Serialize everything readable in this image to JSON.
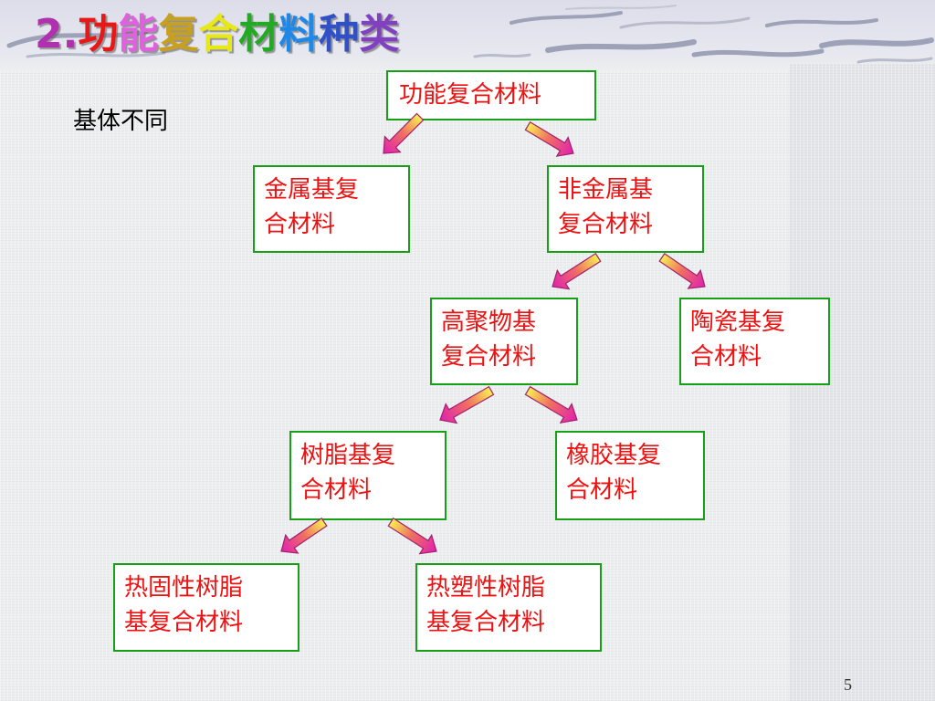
{
  "slide": {
    "page_number": "5",
    "title": {
      "chars": [
        "2.",
        "功",
        "能",
        "复",
        "合",
        "材",
        "料",
        "种",
        "类"
      ],
      "colors": [
        "#b030b0",
        "#e81818",
        "#e060e0",
        "#c8a020",
        "#e8e818",
        "#22aa22",
        "#1e88e8",
        "#3050c8",
        "#8040c0"
      ]
    },
    "subtitle": "基体不同",
    "colors": {
      "box_border": "#16a018",
      "box_text": "#ee1111",
      "box_bg": "#ffffff"
    },
    "nodes": {
      "root": {
        "lines": [
          "功能复合材料"
        ]
      },
      "metal": {
        "lines": [
          "金属基复",
          "合材料"
        ]
      },
      "nonmetal": {
        "lines": [
          "非金属基",
          "复合材料"
        ]
      },
      "polymer": {
        "lines": [
          "高聚物基",
          "复合材料"
        ]
      },
      "ceramic": {
        "lines": [
          "陶瓷基复",
          "合材料"
        ]
      },
      "resin": {
        "lines": [
          "树脂基复",
          "合材料"
        ]
      },
      "rubber": {
        "lines": [
          "橡胶基复",
          "合材料"
        ]
      },
      "thermoset": {
        "lines": [
          "热固性树脂",
          "基复合材料"
        ]
      },
      "thermoplastic": {
        "lines": [
          "热塑性树脂",
          "基复合材料"
        ]
      }
    },
    "arrow_icon": "gradient-arrow-icon"
  }
}
